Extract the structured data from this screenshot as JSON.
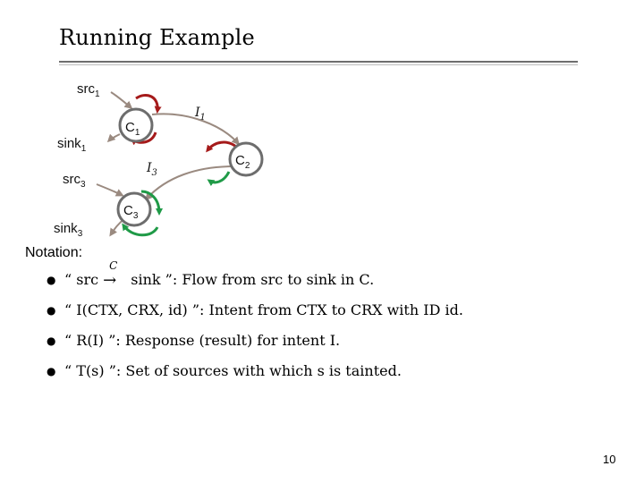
{
  "slide": {
    "title": "Running Example",
    "page_number": "10"
  },
  "diagram": {
    "nodes": [
      {
        "id": "c1",
        "base": "C",
        "sub": "1"
      },
      {
        "id": "c2",
        "base": "C",
        "sub": "2"
      },
      {
        "id": "c3",
        "base": "C",
        "sub": "3"
      }
    ],
    "ports": [
      {
        "id": "src1",
        "base": "src",
        "sub": "1"
      },
      {
        "id": "sink1",
        "base": "sink",
        "sub": "1"
      },
      {
        "id": "src3",
        "base": "src",
        "sub": "3"
      },
      {
        "id": "sink3",
        "base": "sink",
        "sub": "3"
      }
    ],
    "intents": [
      {
        "id": "i1",
        "base": "I",
        "sub": "1"
      },
      {
        "id": "i3",
        "base": "I",
        "sub": "3"
      }
    ],
    "colors": {
      "node_border": "#6d6d6d",
      "flow_red": "#a51a1a",
      "flow_green": "#1f9a47",
      "edge": "#9a8a80"
    }
  },
  "notation": {
    "heading": "Notation:",
    "items": [
      {
        "prefix": "“ src ",
        "arrow_label": "C",
        "suffix": " sink ”:  Flow from src to sink in C."
      },
      {
        "text": "“ I(CTX, CRX, id) ”:  Intent from CTX to CRX with ID id."
      },
      {
        "text": "“ R(I) ”:  Response (result) for intent I."
      },
      {
        "text": "“ T(s) ”:  Set of sources with which s is tainted."
      }
    ]
  }
}
